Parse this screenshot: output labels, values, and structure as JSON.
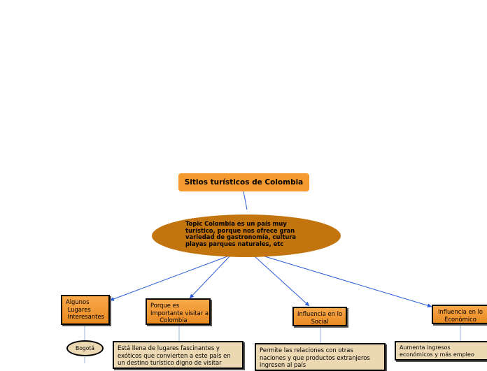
{
  "title": "Sitios turísticos de Colombia",
  "topic": "Topic Colombia es un país muy turístico, porque nos ofrece gran variedad de gastronomía, cultura playas parques naturales, etc",
  "branches": [
    {
      "label": "Algunos\n Lugares\n Interesantes",
      "children": [
        {
          "label": "Bogotá"
        }
      ]
    },
    {
      "label": "Porque es\nImportante visitar a\n     Colombia",
      "children": [
        {
          "label": "Está llena de lugares fascinantes  y exóticos que convierten a este país en un destino turístico digno de visitar"
        }
      ]
    },
    {
      "label": "Influencia en lo\nSocial",
      "children": [
        {
          "label": "Permite las relaciones  con otras  naciones y que productos  extranjeros ingresen  al país"
        }
      ]
    },
    {
      "label": "Influencia en lo\nEconómico",
      "children": [
        {
          "label": "Aumenta  ingresos económicos y más empleo"
        }
      ]
    }
  ],
  "colors": {
    "title_fill": "#f59a2f",
    "topic_fill": "#c2740f",
    "branch_fill": "#f59a2f",
    "leaf_fill": "#ecd9b3",
    "connector": "#2a5bd7"
  }
}
